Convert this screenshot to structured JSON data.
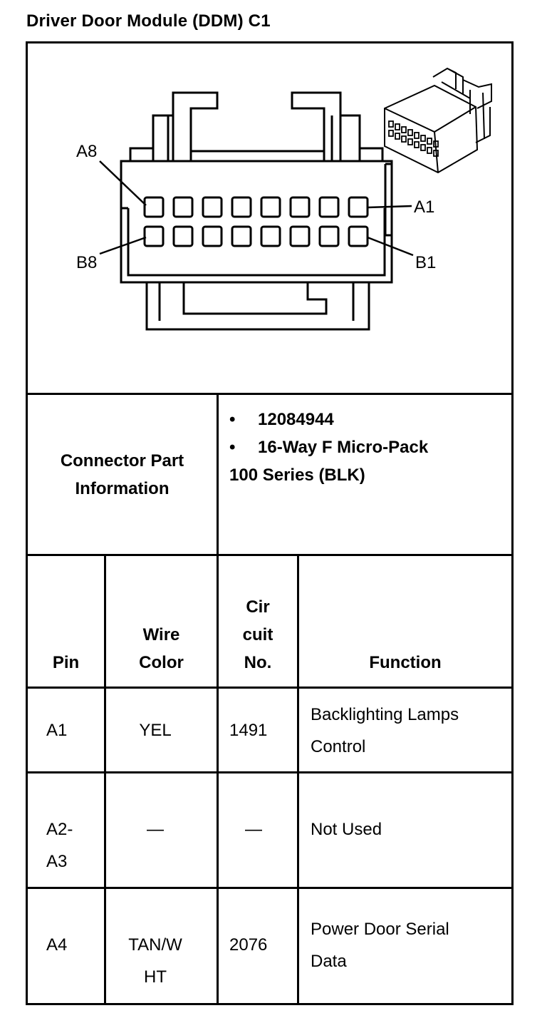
{
  "title": "Driver Door Module (DDM) C1",
  "diagram": {
    "labels": {
      "a8": "A8",
      "a1": "A1",
      "b8": "B8",
      "b1": "B1"
    }
  },
  "connector_info": {
    "label_line1": "Connector Part",
    "label_line2": "Information",
    "bullet_symbol": "•",
    "part_number": "12084944",
    "description_line1": "16-Way F Micro-Pack",
    "description_line2": "100 Series (BLK)"
  },
  "table": {
    "headers": {
      "pin": "Pin",
      "wire_line1": "Wire",
      "wire_line2": "Color",
      "circuit_line1": "Cir",
      "circuit_line2": "cuit",
      "circuit_line3": "No.",
      "function": "Function"
    },
    "rows": [
      {
        "pin1": "A1",
        "pin2": "",
        "wire1": "YEL",
        "wire2": "",
        "circuit": "1491",
        "func1": "Backlighting Lamps",
        "func2": "Control"
      },
      {
        "pin1": "A2-",
        "pin2": "A3",
        "wire1": "—",
        "wire2": "",
        "circuit": "—",
        "func1": "Not Used",
        "func2": ""
      },
      {
        "pin1": "A4",
        "pin2": "",
        "wire1": "TAN/W",
        "wire2": "HT",
        "circuit": "2076",
        "func1": "Power Door Serial",
        "func2": "Data"
      }
    ]
  }
}
